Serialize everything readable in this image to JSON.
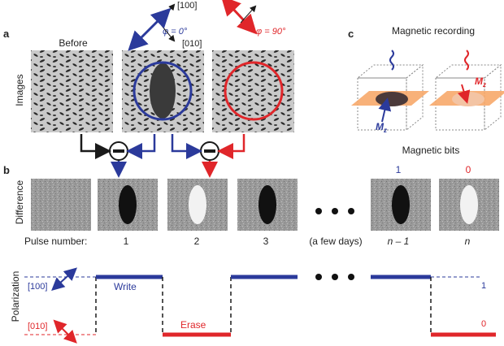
{
  "panels": {
    "a": "a",
    "b": "b",
    "c": "c"
  },
  "panel_a": {
    "before_label": "Before",
    "row_label": "Images",
    "axis_100": "[100]",
    "axis_010": "[010]",
    "phi_0": "φ = 0°",
    "phi_90": "φ = 90°"
  },
  "panel_c": {
    "title": "Magnetic recording",
    "bits_label": "Magnetic bits",
    "mz_label": "M",
    "mz_sub": "z"
  },
  "panel_b": {
    "row_label": "Difference",
    "pulse_label": "Pulse number:",
    "pulses": [
      "1",
      "2",
      "3",
      "(a few days)",
      "n – 1",
      "n"
    ],
    "bits": [
      "1",
      "0"
    ],
    "polarization_label": "Polarization",
    "level_100": "[100]",
    "level_010": "[010]",
    "write_label": "Write",
    "erase_label": "Erase",
    "right_1": "1",
    "right_0": "0"
  },
  "colors": {
    "blue": "#2b3a9b",
    "red": "#e0262a",
    "black": "#1a1a1a"
  }
}
